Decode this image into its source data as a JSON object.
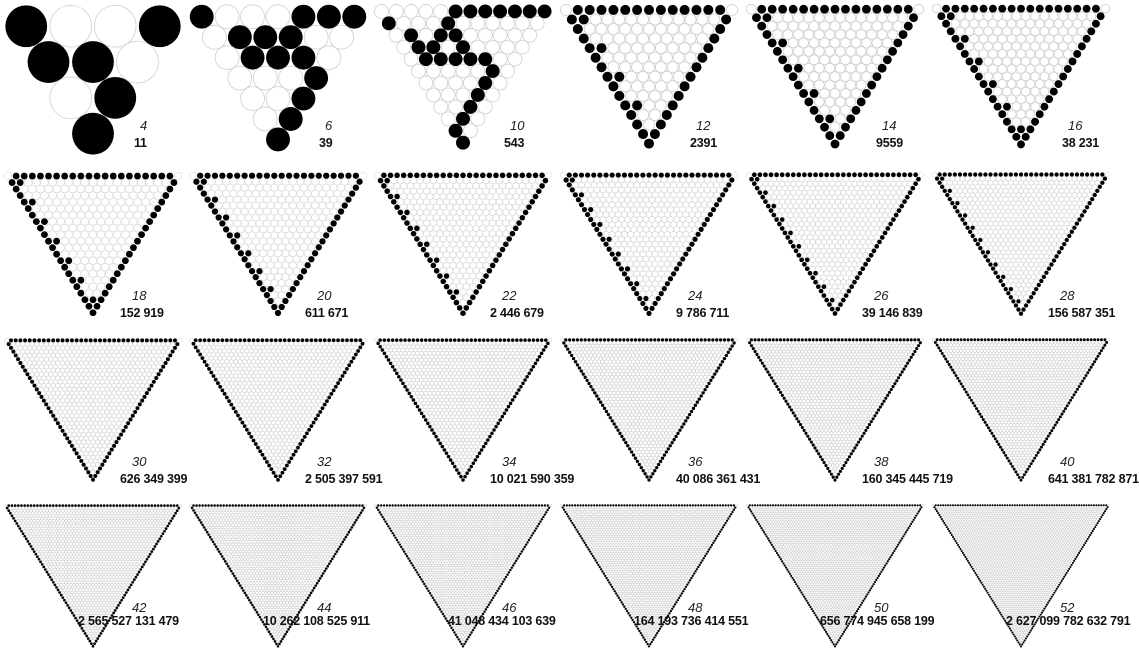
{
  "figure": {
    "colors": {
      "filled": "#000000",
      "empty_stroke": "#cfcfcf",
      "background": "#ffffff"
    },
    "panels": [
      {
        "n": "4",
        "count": "11"
      },
      {
        "n": "6",
        "count": "39"
      },
      {
        "n": "10",
        "count": "543"
      },
      {
        "n": "12",
        "count": "2391"
      },
      {
        "n": "14",
        "count": "9559"
      },
      {
        "n": "16",
        "count": "38 231"
      },
      {
        "n": "18",
        "count": "152 919"
      },
      {
        "n": "20",
        "count": "611 671"
      },
      {
        "n": "22",
        "count": "2 446 679"
      },
      {
        "n": "24",
        "count": "9 786 711"
      },
      {
        "n": "26",
        "count": "39 146 839"
      },
      {
        "n": "28",
        "count": "156 587 351"
      },
      {
        "n": "30",
        "count": "626 349 399"
      },
      {
        "n": "32",
        "count": "2 505 397 591"
      },
      {
        "n": "34",
        "count": "10 021 590 359"
      },
      {
        "n": "36",
        "count": "40 086 361 431"
      },
      {
        "n": "38",
        "count": "160 345 445 719"
      },
      {
        "n": "40",
        "count": "641 381 782 871"
      },
      {
        "n": "42",
        "count": "2 565 527 131 479"
      },
      {
        "n": "44",
        "count": "10 262 108 525 911"
      },
      {
        "n": "46",
        "count": "41 048 434 103 639"
      },
      {
        "n": "48",
        "count": "164 193 736 414 551"
      },
      {
        "n": "50",
        "count": "656 774 945 658 199"
      },
      {
        "n": "52",
        "count": "2 627 099 782 632 791"
      }
    ]
  }
}
